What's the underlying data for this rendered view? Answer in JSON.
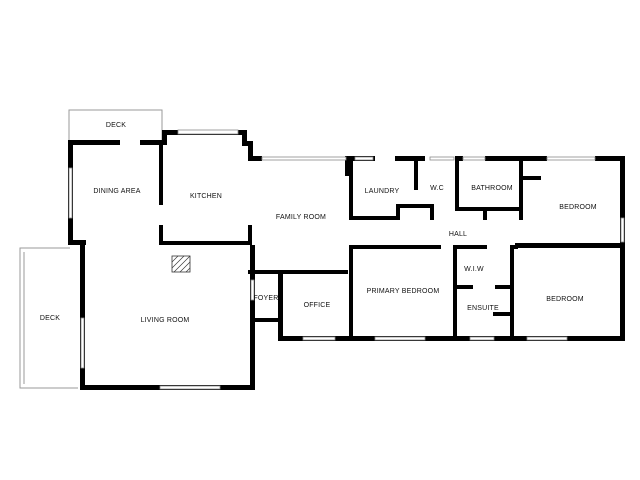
{
  "floor_plan": {
    "rooms": [
      {
        "key": "deck_top",
        "label": "DECK"
      },
      {
        "key": "dining_area",
        "label": "DINING AREA"
      },
      {
        "key": "kitchen",
        "label": "KITCHEN"
      },
      {
        "key": "family_room",
        "label": "FAMILY ROOM"
      },
      {
        "key": "laundry",
        "label": "LAUNDRY"
      },
      {
        "key": "wc",
        "label": "W.C"
      },
      {
        "key": "bathroom",
        "label": "BATHROOM"
      },
      {
        "key": "bedroom_1",
        "label": "BEDROOM"
      },
      {
        "key": "hall",
        "label": "HALL"
      },
      {
        "key": "wiw",
        "label": "W.I.W"
      },
      {
        "key": "primary_bedroom",
        "label": "PRIMARY BEDROOM"
      },
      {
        "key": "ensuite",
        "label": "ENSUITE"
      },
      {
        "key": "bedroom_2",
        "label": "BEDROOM"
      },
      {
        "key": "foyer",
        "label": "FOYER"
      },
      {
        "key": "office",
        "label": "OFFICE"
      },
      {
        "key": "deck_left",
        "label": "DECK"
      },
      {
        "key": "living_room",
        "label": "LIVING ROOM"
      }
    ]
  }
}
